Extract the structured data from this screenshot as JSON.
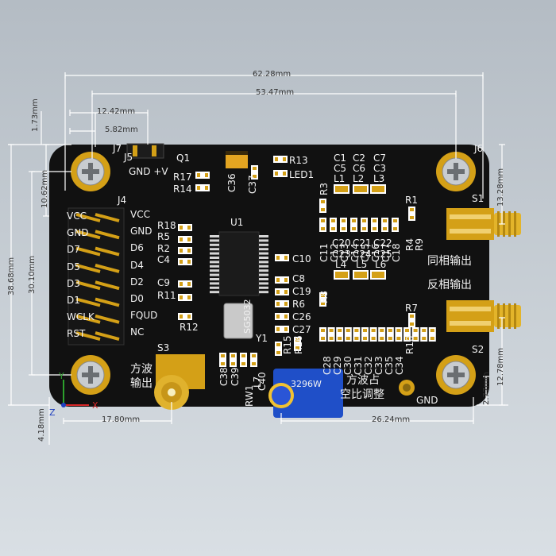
{
  "board": {
    "refs": {
      "j7": "J7",
      "j5": "J5",
      "j6": "J6",
      "j4": "J4",
      "q1": "Q1",
      "r13": "R13",
      "led1": "LED1",
      "r17": "R17",
      "r14": "R14",
      "c36": "C36",
      "c37": "C37",
      "u1": "U1",
      "y1": "Y1",
      "s1": "S1",
      "s2": "S2",
      "s3": "S3",
      "r1": "R1",
      "r3": "R3",
      "r7": "R7",
      "r8": "R8",
      "r12": "R12",
      "r15": "R15",
      "r16": "R16",
      "rw1": "RW1",
      "l7": "L7",
      "c38": "C38",
      "c39": "C39",
      "c40": "C40",
      "r4": "R4",
      "r9": "R9",
      "r10": "R10",
      "c1": "C1",
      "c2": "C2",
      "c7": "C7",
      "c5": "C5",
      "c6": "C6",
      "c3": "C3",
      "l1": "L1",
      "l2": "L2",
      "l3": "L3",
      "c20": "C20",
      "c21": "C21",
      "c22": "C22",
      "c23": "C23",
      "c24": "C24",
      "c25": "C25",
      "l4": "L4",
      "l5": "L5",
      "l6": "L6"
    },
    "left_parts": [
      "R18",
      "R5",
      "R2",
      "C4",
      "C9",
      "R11"
    ],
    "right_parts": [
      "C10",
      "C8",
      "C19",
      "R6",
      "C26",
      "C27"
    ],
    "top_cap_row": [
      "C11",
      "C12",
      "C13",
      "C14",
      "C15",
      "C16",
      "C17",
      "C18"
    ],
    "bottom_cap_row": [
      "C28",
      "C29",
      "C30",
      "C31",
      "C32",
      "C33",
      "C35",
      "C34"
    ],
    "pins": {
      "left": [
        "VCC",
        "GND",
        "D7",
        "D5",
        "D3",
        "D1",
        "WCLK",
        "RST"
      ],
      "right": [
        "VCC",
        "GND",
        "D6",
        "D4",
        "D2",
        "D0",
        "FQUD",
        "NC"
      ]
    },
    "header_j5": "GND +V",
    "crystal_text": "SG5032",
    "pot_text": "3296W",
    "text": {
      "in_phase": "同相输出",
      "anti_phase": "反相输出",
      "square_left_1": "方波",
      "square_left_2": "输出",
      "square_right_1": "方波占",
      "square_right_2": "空比调整",
      "gnd": "GND"
    }
  },
  "dimensions": {
    "width_total": "62.28mm",
    "hole_span": "53.47mm",
    "j7_offset": "12.42mm",
    "j5_offset": "5.82mm",
    "top_margin": "1.73mm",
    "height_total": "38.68mm",
    "height_inner": "30.10mm",
    "j4_offset": "10.62mm",
    "s1_offset": "13.28mm",
    "s2_offset": "12.78mm",
    "bottom_offset": "2.77mm",
    "s3_offset": "17.80mm",
    "pot_offset": "26.24mm",
    "s3_vert": "4.18mm"
  },
  "axes": {
    "x": "X",
    "y": "Y",
    "z": "Z"
  },
  "colors": {
    "pcb": "#111111",
    "silk": "#f2f2f2",
    "gold": "#d4a017",
    "dim_line": "#ffffff",
    "dim_text": "#333333",
    "pot_blue": "#1f4fc8"
  }
}
